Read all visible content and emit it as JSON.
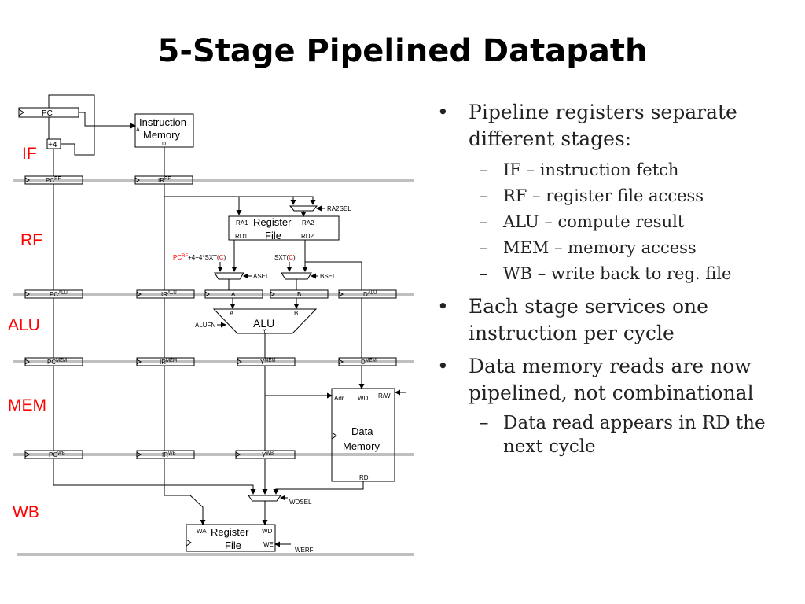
{
  "title": "5-Stage Pipelined Datapath",
  "colors": {
    "stage_label": "#ff0000",
    "pipeline_bar": "#bfbfbf",
    "wire": "#000000",
    "accent_text": "#ff0000"
  },
  "diagram": {
    "stages": [
      "IF",
      "RF",
      "ALU",
      "MEM",
      "WB"
    ],
    "pc": "PC",
    "plus4": "+4",
    "imem": {
      "title1": "Instruction",
      "title2": "Memory",
      "a": "A",
      "d": "D"
    },
    "reg_if": {
      "pc": "PC",
      "pc_sup": "RF",
      "ir": "IR",
      "ir_sup": "RF"
    },
    "ra2sel": "RA2SEL",
    "regfile": {
      "t1": "Register",
      "t2": "File",
      "ra1": "RA1",
      "ra2": "RA2",
      "rd1": "RD1",
      "rd2": "RD2"
    },
    "pcexpr": {
      "pc": "PC",
      "sup": "RF",
      "mid": "+4+4*SXT(",
      "c": "C",
      "end": ")"
    },
    "sxt": {
      "pre": "SXT(",
      "c": "C",
      "end": ")"
    },
    "asel": "ASEL",
    "bsel": "BSEL",
    "reg_alu": {
      "pc": "PC",
      "pc_sup": "ALU",
      "ir": "IR",
      "ir_sup": "ALU",
      "a": "A",
      "b": "B",
      "d": "D",
      "d_sup": "ALU"
    },
    "alu": {
      "label": "ALU",
      "a": "A",
      "b": "B",
      "y": "Y",
      "fn": "ALUFN"
    },
    "reg_mem": {
      "pc": "PC",
      "pc_sup": "MEM",
      "ir": "IR",
      "ir_sup": "MEM",
      "y": "Y",
      "y_sup": "MEM",
      "d": "D",
      "d_sup": "MEM"
    },
    "dmem": {
      "adr": "Adr",
      "wd": "WD",
      "rw": "R/W",
      "t1": "Data",
      "t2": "Memory",
      "rd": "RD"
    },
    "reg_wb": {
      "pc": "PC",
      "pc_sup": "WB",
      "ir": "IR",
      "ir_sup": "WB",
      "y": "Y",
      "y_sup": "WB"
    },
    "wdsel": "WDSEL",
    "regfile_wb": {
      "wa": "WA",
      "wd": "WD",
      "t1": "Register",
      "t2": "File",
      "we": "WE"
    },
    "werf": "WERF"
  },
  "bullets": [
    {
      "text": "Pipeline registers separate different stages:",
      "sub": [
        "IF – instruction fetch",
        "RF – register file access",
        "ALU – compute result",
        "MEM – memory access",
        "WB – write back to reg. file"
      ]
    },
    {
      "text": "Each stage services one instruction per cycle",
      "sub": []
    },
    {
      "text": "Data memory reads are now pipelined, not combinational",
      "sub": [
        "Data read appears in RD the next cycle"
      ]
    }
  ]
}
